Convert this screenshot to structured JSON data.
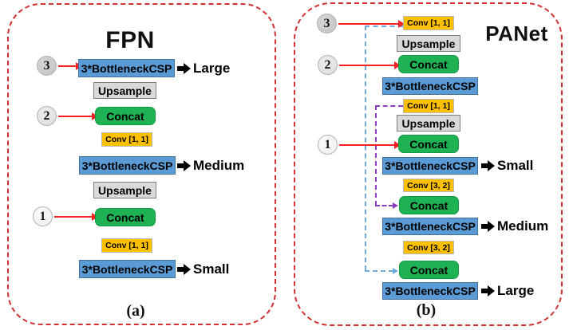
{
  "figure": {
    "panel_a": {
      "title": "FPN",
      "caption": "(a)",
      "inputs": [
        "3",
        "2",
        "1"
      ],
      "labels": {
        "bottleneck": "3*BottleneckCSP",
        "upsample": "Upsample",
        "concat": "Concat",
        "conv11": "Conv [1, 1]",
        "large": "Large",
        "medium": "Medium",
        "small": "Small"
      }
    },
    "panel_b": {
      "title": "PANet",
      "caption": "(b)",
      "inputs": [
        "3",
        "2",
        "1"
      ],
      "labels": {
        "bottleneck": "3*BottleneckCSP",
        "upsample": "Upsample",
        "concat": "Concat",
        "conv11": "Conv [1, 1]",
        "conv32": "Conv [3, 2]",
        "small": "Small",
        "medium": "Medium",
        "large": "Large"
      }
    },
    "colors": {
      "panel_border": "#d03030",
      "bottleneck_fill": "#5b9bd5",
      "bottleneck_border": "#41719c",
      "concat_fill": "#1eb254",
      "concat_border": "#119a41",
      "conv_fill": "#ffc000",
      "conv_border": "#b8b8b8",
      "upsample_fill": "#d9d9d9",
      "upsample_border": "#7f7f7f",
      "circle3_fill": "#c2c2c2",
      "circle2_fill": "#dcdcdc",
      "circle1_fill": "#efefef",
      "red_arrow": "#f42222",
      "blue_dashed": "#6fa8dc",
      "purple_dashed": "#8b3fc0"
    }
  }
}
